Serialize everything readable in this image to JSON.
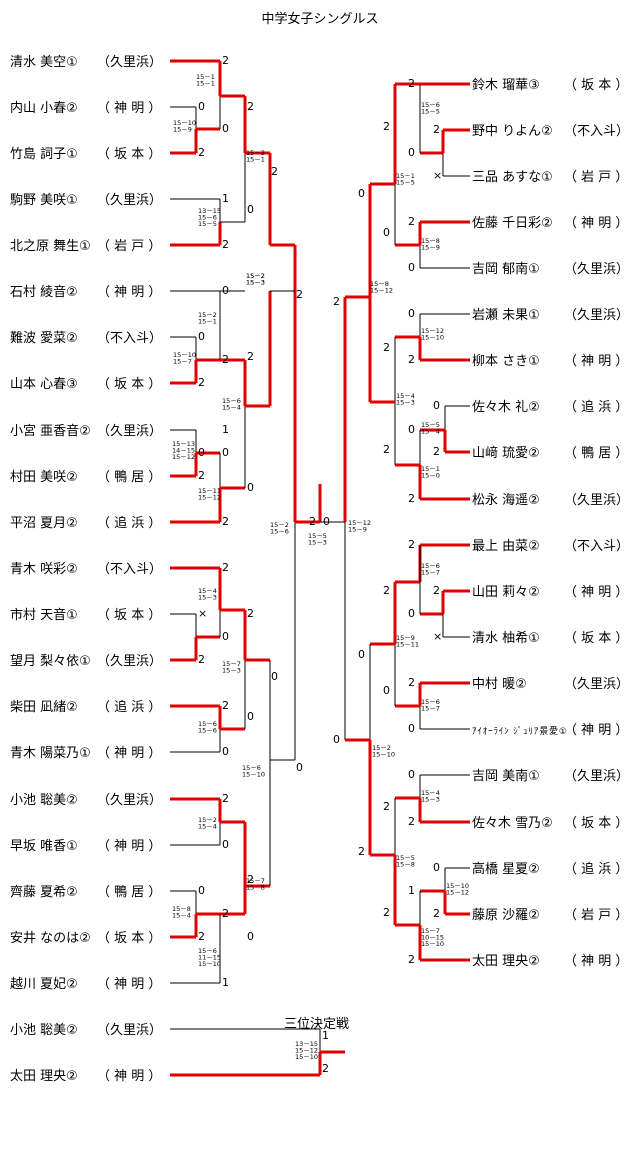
{
  "title": "中学女子シングルス",
  "third_place_title": "三位決定戦",
  "colors": {
    "winner": "#e00000",
    "line": "#000000"
  },
  "left_players": [
    {
      "name": "清水 美空①",
      "school": "（久里浜）"
    },
    {
      "name": "内山 小春②",
      "school": "（ 神 明 ）"
    },
    {
      "name": "竹島 詞子①",
      "school": "（ 坂 本 ）"
    },
    {
      "name": "駒野 美咲①",
      "school": "（久里浜）"
    },
    {
      "name": "北之原 舞生①",
      "school": "（ 岩 戸 ）"
    },
    {
      "name": "石村 綾音②",
      "school": "（ 神 明 ）"
    },
    {
      "name": "難波 愛菜②",
      "school": "（不入斗）"
    },
    {
      "name": "山本 心春③",
      "school": "（ 坂 本 ）"
    },
    {
      "name": "小宮 亜香音②",
      "school": "（久里浜）"
    },
    {
      "name": "村田 美咲②",
      "school": "（ 鴨 居 ）"
    },
    {
      "name": "平沼 夏月②",
      "school": "（ 追 浜 ）"
    },
    {
      "name": "青木 咲彩②",
      "school": "（不入斗）"
    },
    {
      "name": "市村 天音①",
      "school": "（ 坂 本 ）"
    },
    {
      "name": "望月 梨々依①",
      "school": "（久里浜）"
    },
    {
      "name": "柴田 凪緒②",
      "school": "（ 追 浜 ）"
    },
    {
      "name": "青木 陽菜乃①",
      "school": "（ 神 明 ）"
    },
    {
      "name": "小池 聡美②",
      "school": "（久里浜）"
    },
    {
      "name": "早坂 唯香①",
      "school": "（ 神 明 ）"
    },
    {
      "name": "齊藤 夏希②",
      "school": "（ 鴨 居 ）"
    },
    {
      "name": "安井 なのは②",
      "school": "（ 坂 本 ）"
    },
    {
      "name": "越川 夏妃②",
      "school": "（ 神 明 ）"
    }
  ],
  "right_players": [
    {
      "name": "鈴木 瑠華③",
      "school": "（ 坂 本 ）"
    },
    {
      "name": "野中 りよん②",
      "school": "（不入斗）"
    },
    {
      "name": "三品 あすな①",
      "school": "（ 岩 戸 ）"
    },
    {
      "name": "佐藤 千日彩②",
      "school": "（ 神 明 ）"
    },
    {
      "name": "吉岡 郁南①",
      "school": "（久里浜）"
    },
    {
      "name": "岩瀬 未果①",
      "school": "（久里浜）"
    },
    {
      "name": "柳本 さき①",
      "school": "（ 神 明 ）"
    },
    {
      "name": "佐々木 礼②",
      "school": "（ 追 浜 ）"
    },
    {
      "name": "山﨑 琉愛②",
      "school": "（ 鴨 居 ）"
    },
    {
      "name": "松永 海遥②",
      "school": "（久里浜）"
    },
    {
      "name": "最上 由菜②",
      "school": "（不入斗）"
    },
    {
      "name": "山田 莉々②",
      "school": "（ 神 明 ）"
    },
    {
      "name": "清水 柚希①",
      "school": "（ 坂 本 ）"
    },
    {
      "name": "中村 暖②",
      "school": "（久里浜）"
    },
    {
      "name": "ｱｲｵｰﾗｲﾝ ｼﾞｭﾘｱ景愛①",
      "school": "（ 神 明 ）"
    },
    {
      "name": "吉岡 美南①",
      "school": "（久里浜）"
    },
    {
      "name": "佐々木 雪乃②",
      "school": "（ 坂 本 ）"
    },
    {
      "name": "高橋 星夏②",
      "school": "（ 追 浜 ）"
    },
    {
      "name": "藤原 沙羅②",
      "school": "（ 岩 戸 ）"
    },
    {
      "name": "太田 理央②",
      "school": "（ 神 明 ）"
    }
  ],
  "third_place_players": [
    {
      "name": "小池 聡美②",
      "school": "（久里浜）"
    },
    {
      "name": "太田 理央②",
      "school": "（ 神 明 ）"
    }
  ],
  "scores": {
    "L_a": [
      "15－1",
      "15－1"
    ],
    "L_b": [
      "15－10",
      "15－9"
    ],
    "L_c": [
      "15－3",
      "15－1"
    ],
    "L_d": [
      "13－15",
      "15－6",
      "15－5"
    ],
    "L_e": [
      "15－2",
      "15－3"
    ],
    "L_f": [
      "15－2",
      "15－1"
    ],
    "L_g": [
      "15－10",
      "15－7"
    ],
    "L_h": [
      "15－6",
      "15－4"
    ],
    "L_i": [
      "15－13",
      "14－15",
      "15－12"
    ],
    "L_j": [
      "15－11",
      "15－12"
    ],
    "L_k": [
      "15－2",
      "15－6"
    ],
    "L_l": [
      "15－4",
      "15－3"
    ],
    "L_m": [
      "15－7",
      "15－3"
    ],
    "L_n": [
      "15－6",
      "15－6"
    ],
    "L_o": [
      "15－6",
      "15－10"
    ],
    "L_p": [
      "15－2",
      "15－4"
    ],
    "L_q": [
      "15－7",
      "15－8"
    ],
    "L_r": [
      "15－8",
      "15－4"
    ],
    "L_s": [
      "15－6",
      "11－15",
      "15－10"
    ],
    "F": [
      "15－5",
      "15－3"
    ],
    "R_a": [
      "15－6",
      "15－5"
    ],
    "R_b": [
      "15－1",
      "15－5"
    ],
    "R_c": [
      "15－8",
      "15－9"
    ],
    "R_d": [
      "15－8",
      "15－12"
    ],
    "R_e": [
      "15－12",
      "15－10"
    ],
    "R_f": [
      "15－4",
      "15－3"
    ],
    "R_g": [
      "15－5",
      "15－4"
    ],
    "R_h": [
      "15－1",
      "15－0"
    ],
    "R_i": [
      "15－12",
      "15－9"
    ],
    "R_j": [
      "15－6",
      "15－7"
    ],
    "R_k": [
      "15－9",
      "15－11"
    ],
    "R_l": [
      "15－6",
      "15－7"
    ],
    "R_m": [
      "15－2",
      "15－10"
    ],
    "R_n": [
      "15－4",
      "15－3"
    ],
    "R_o": [
      "15－5",
      "15－8"
    ],
    "R_p": [
      "15－10",
      "15－12"
    ],
    "R_q": [
      "15－7",
      "10－15",
      "15－10"
    ],
    "T": [
      "13－15",
      "15－12",
      "15－10"
    ]
  }
}
